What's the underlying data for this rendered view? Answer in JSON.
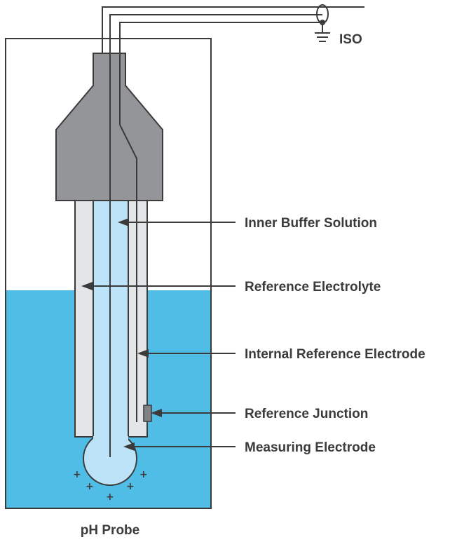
{
  "diagram": {
    "ground_label": "ISO",
    "caption": "pH Probe",
    "charge_symbol": "+",
    "labels": {
      "inner_buffer": "Inner Buffer Solution",
      "reference_electrolyte": "Reference Electrolyte",
      "internal_reference_electrode": "Internal Reference Electrode",
      "reference_junction": "Reference Junction",
      "measuring_electrode": "Measuring Electrode"
    },
    "colors": {
      "outline": "#3b3b3b",
      "probe_head": "#939598",
      "outer_tube": "#e3e5e7",
      "inner_buffer": "#bde3f8",
      "solution": "#4fbde5",
      "junction": "#808285"
    }
  }
}
